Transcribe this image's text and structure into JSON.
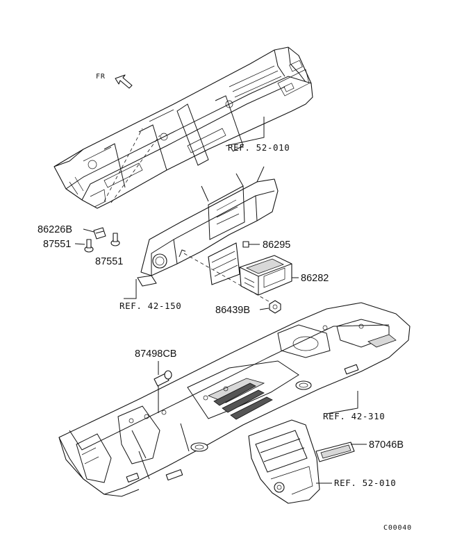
{
  "direction_label": "FR",
  "labels": {
    "ref_top": "REF. 52-010",
    "p86226b": "86226B",
    "p87551_left": "87551",
    "p87551_right": "87551",
    "p86295": "86295",
    "p86282": "86282",
    "ref_mid": "REF. 42-150",
    "p86439b": "86439B",
    "p87498cb": "87498CB",
    "ref_floor": "REF. 42-310",
    "p87046b": "87046B",
    "ref_bottom": "REF. 52-010",
    "code": "C00040"
  }
}
